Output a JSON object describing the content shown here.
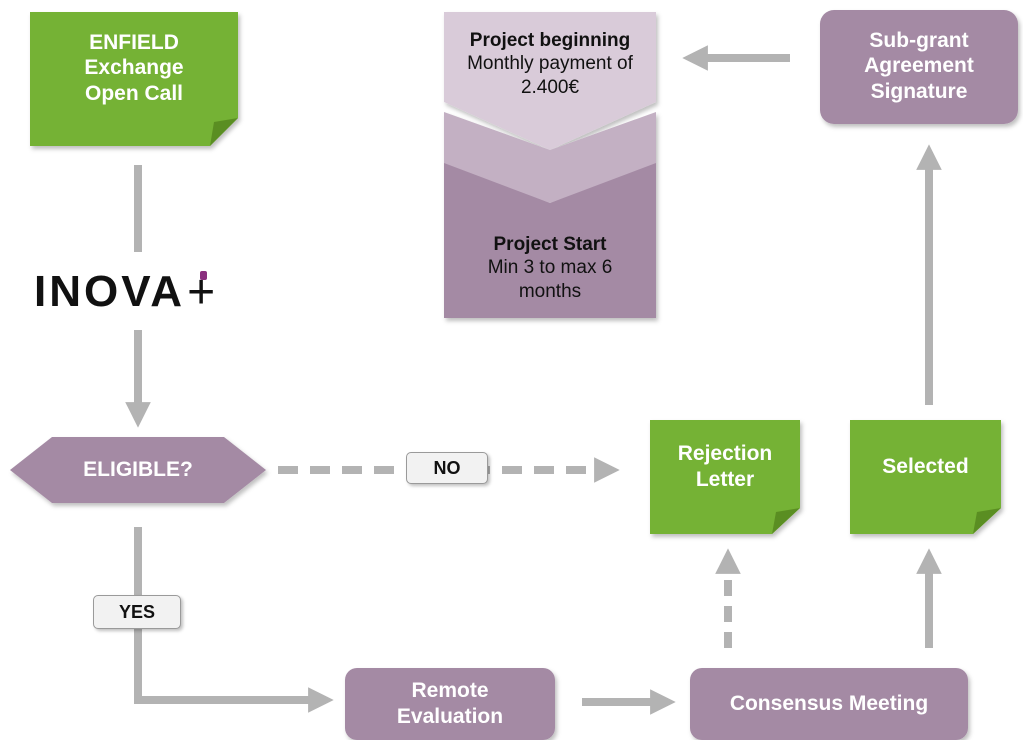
{
  "nodes": {
    "open_call": {
      "lines": [
        "ENFIELD",
        "Exchange",
        "Open Call"
      ]
    },
    "organization_logo": {
      "text": "INOVA"
    },
    "eligible": {
      "label": "ELIGIBLE?"
    },
    "remote_evaluation": {
      "lines": [
        "Remote",
        "Evaluation"
      ]
    },
    "consensus_meeting": {
      "label": "Consensus Meeting"
    },
    "rejection_letter": {
      "lines": [
        "Rejection",
        "Letter"
      ]
    },
    "selected": {
      "label": "Selected"
    },
    "subgrant_signature": {
      "lines": [
        "Sub-grant",
        "Agreement",
        "Signature"
      ]
    },
    "project_beginning": {
      "title": "Project beginning",
      "line1": "Monthly payment of",
      "line2": "2.400€"
    },
    "project_start": {
      "title": "Project Start",
      "line1": "Min 3 to max 6",
      "line2": "months"
    }
  },
  "edge_labels": {
    "no": "NO",
    "yes": "YES"
  },
  "colors": {
    "green": "#75b234",
    "green_fold": "#5a8e22",
    "mauve": "#a48aa4",
    "mauve_light": "#d9cbd9",
    "mauve_mid": "#c3b0c3",
    "arrow_gray": "#b3b3b3",
    "logo_accent": "#8a2f7e"
  }
}
